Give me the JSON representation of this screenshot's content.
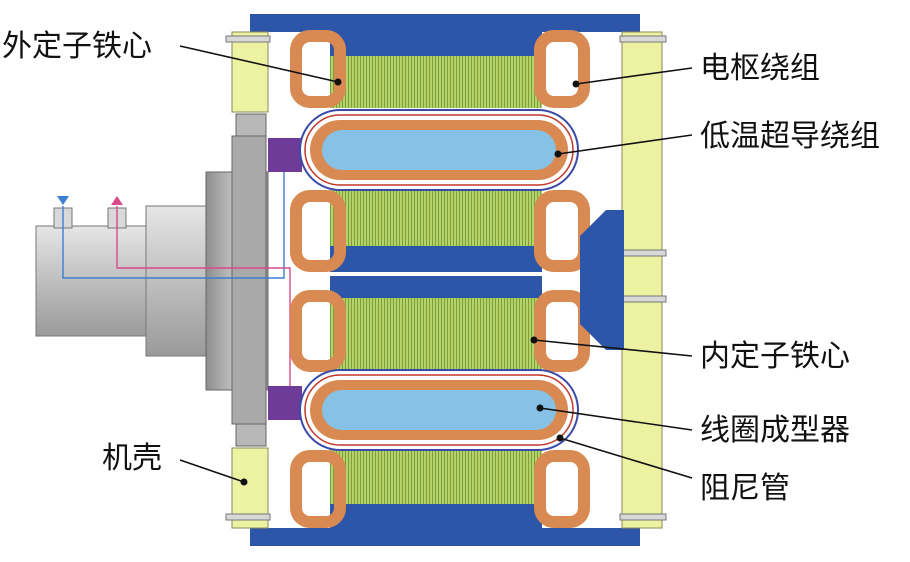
{
  "labels": {
    "outer_stator_core": "外定子铁心",
    "armature_winding": "电枢绕组",
    "ltsc_winding": "低温超导绕组",
    "inner_stator_core": "内定子铁心",
    "coil_former": "线圈成型器",
    "damper_tube": "阻尼管",
    "housing": "机壳"
  },
  "colors": {
    "housing_blue": "#2d55a8",
    "stator_green": "#b3d36a",
    "coil_orange": "#d98a52",
    "former_lightblue": "#86c2e6",
    "frame_yellow": "#ecf2a2",
    "shaft_gray": "#c4c4c4",
    "support_purple": "#6e3c98",
    "coolant_in": "#3a7fd0",
    "coolant_out": "#d84a8a"
  },
  "icons": {
    "inlet": "arrow-down-icon",
    "outlet": "arrow-up-icon"
  }
}
